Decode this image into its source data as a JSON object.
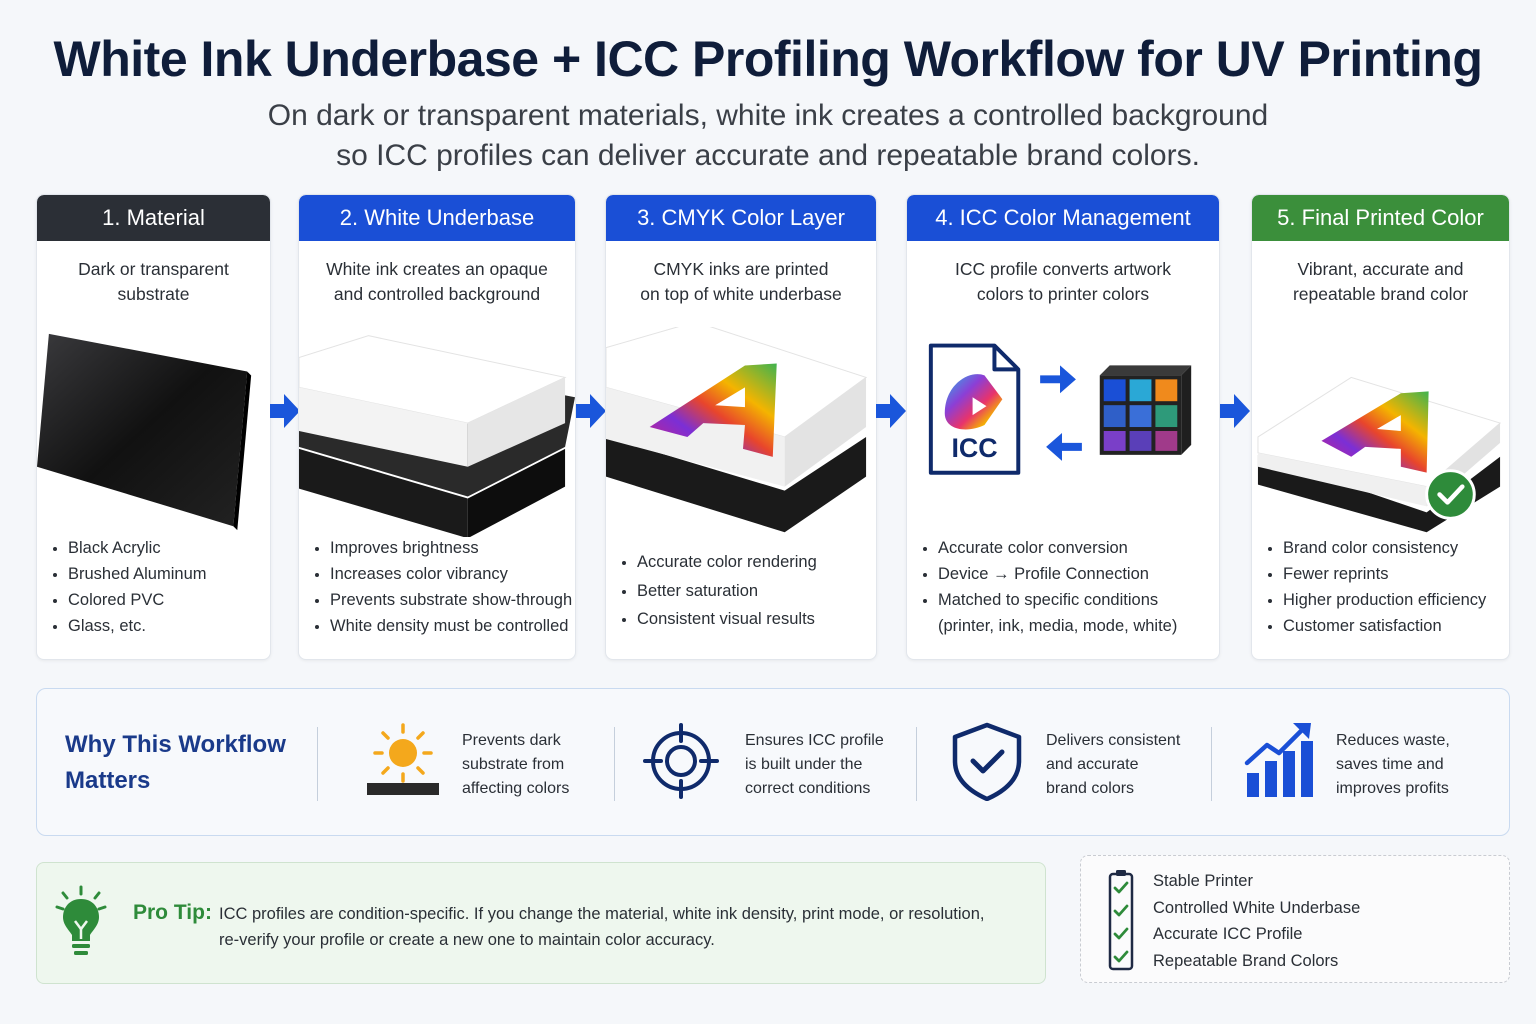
{
  "title": "White Ink Underbase + ICC Profiling Workflow for UV Printing",
  "subtitle": [
    "On dark or transparent materials, white ink creates a controlled background",
    "so ICC profiles can deliver accurate and repeatable brand colors."
  ],
  "colors": {
    "dark_header": "#2b2f36",
    "blue_header": "#1a4fd6",
    "green_header": "#3b8f3b",
    "arrow_blue": "#1a56db",
    "check_green": "#2e8b3a"
  },
  "steps": [
    {
      "header": "1. Material",
      "desc": [
        "Dark or transparent",
        "substrate"
      ],
      "bullets": [
        "Black Acrylic",
        "Brushed Aluminum",
        "Colored PVC",
        "Glass, etc."
      ]
    },
    {
      "header": "2. White Underbase",
      "desc": [
        "White ink creates an opaque",
        "and controlled background"
      ],
      "bullets": [
        "Improves brightness",
        "Increases color vibrancy",
        "Prevents substrate show-through",
        "White density must be controlled"
      ]
    },
    {
      "header": "3. CMYK Color Layer",
      "desc": [
        "CMYK inks are printed",
        "on top of white underbase"
      ],
      "bullets": [
        "Accurate color rendering",
        "Better saturation",
        "Consistent visual results"
      ]
    },
    {
      "header": "4. ICC Color Management",
      "desc": [
        "ICC profile converts artwork",
        "colors to printer colors"
      ],
      "icc_label": "ICC",
      "bullets": [
        "Accurate color conversion",
        "Device → Profile Connection",
        "Matched to specific conditions",
        "(printer, ink, media, mode, white)"
      ]
    },
    {
      "header": "5. Final Printed Color",
      "desc": [
        "Vibrant, accurate and",
        "repeatable brand color"
      ],
      "bullets": [
        "Brand color consistency",
        "Fewer reprints",
        "Higher production efficiency",
        "Customer satisfaction"
      ]
    }
  ],
  "why": {
    "title": "Why This Workflow Matters",
    "items": [
      {
        "icon": "sun-icon",
        "text": [
          "Prevents dark",
          "substrate from",
          "affecting colors"
        ]
      },
      {
        "icon": "target-icon",
        "text": [
          "Ensures ICC profile",
          "is built under the",
          "correct conditions"
        ]
      },
      {
        "icon": "shield-check-icon",
        "text": [
          "Delivers consistent",
          "and accurate",
          "brand colors"
        ]
      },
      {
        "icon": "growth-chart-icon",
        "text": [
          "Reduces waste,",
          "saves time and",
          "improves profits"
        ]
      }
    ]
  },
  "tip": {
    "icon": "lightbulb-icon",
    "label": "Pro Tip:",
    "text": [
      "ICC profiles are condition-specific. If you change the material, white ink density, print mode, or resolution,",
      "re-verify your profile or create a new one to maintain color accuracy."
    ]
  },
  "checklist": {
    "icon": "checklist-icon",
    "items": [
      "Stable Printer",
      "Controlled White Underbase",
      "Accurate ICC Profile",
      "Repeatable Brand Colors"
    ]
  }
}
